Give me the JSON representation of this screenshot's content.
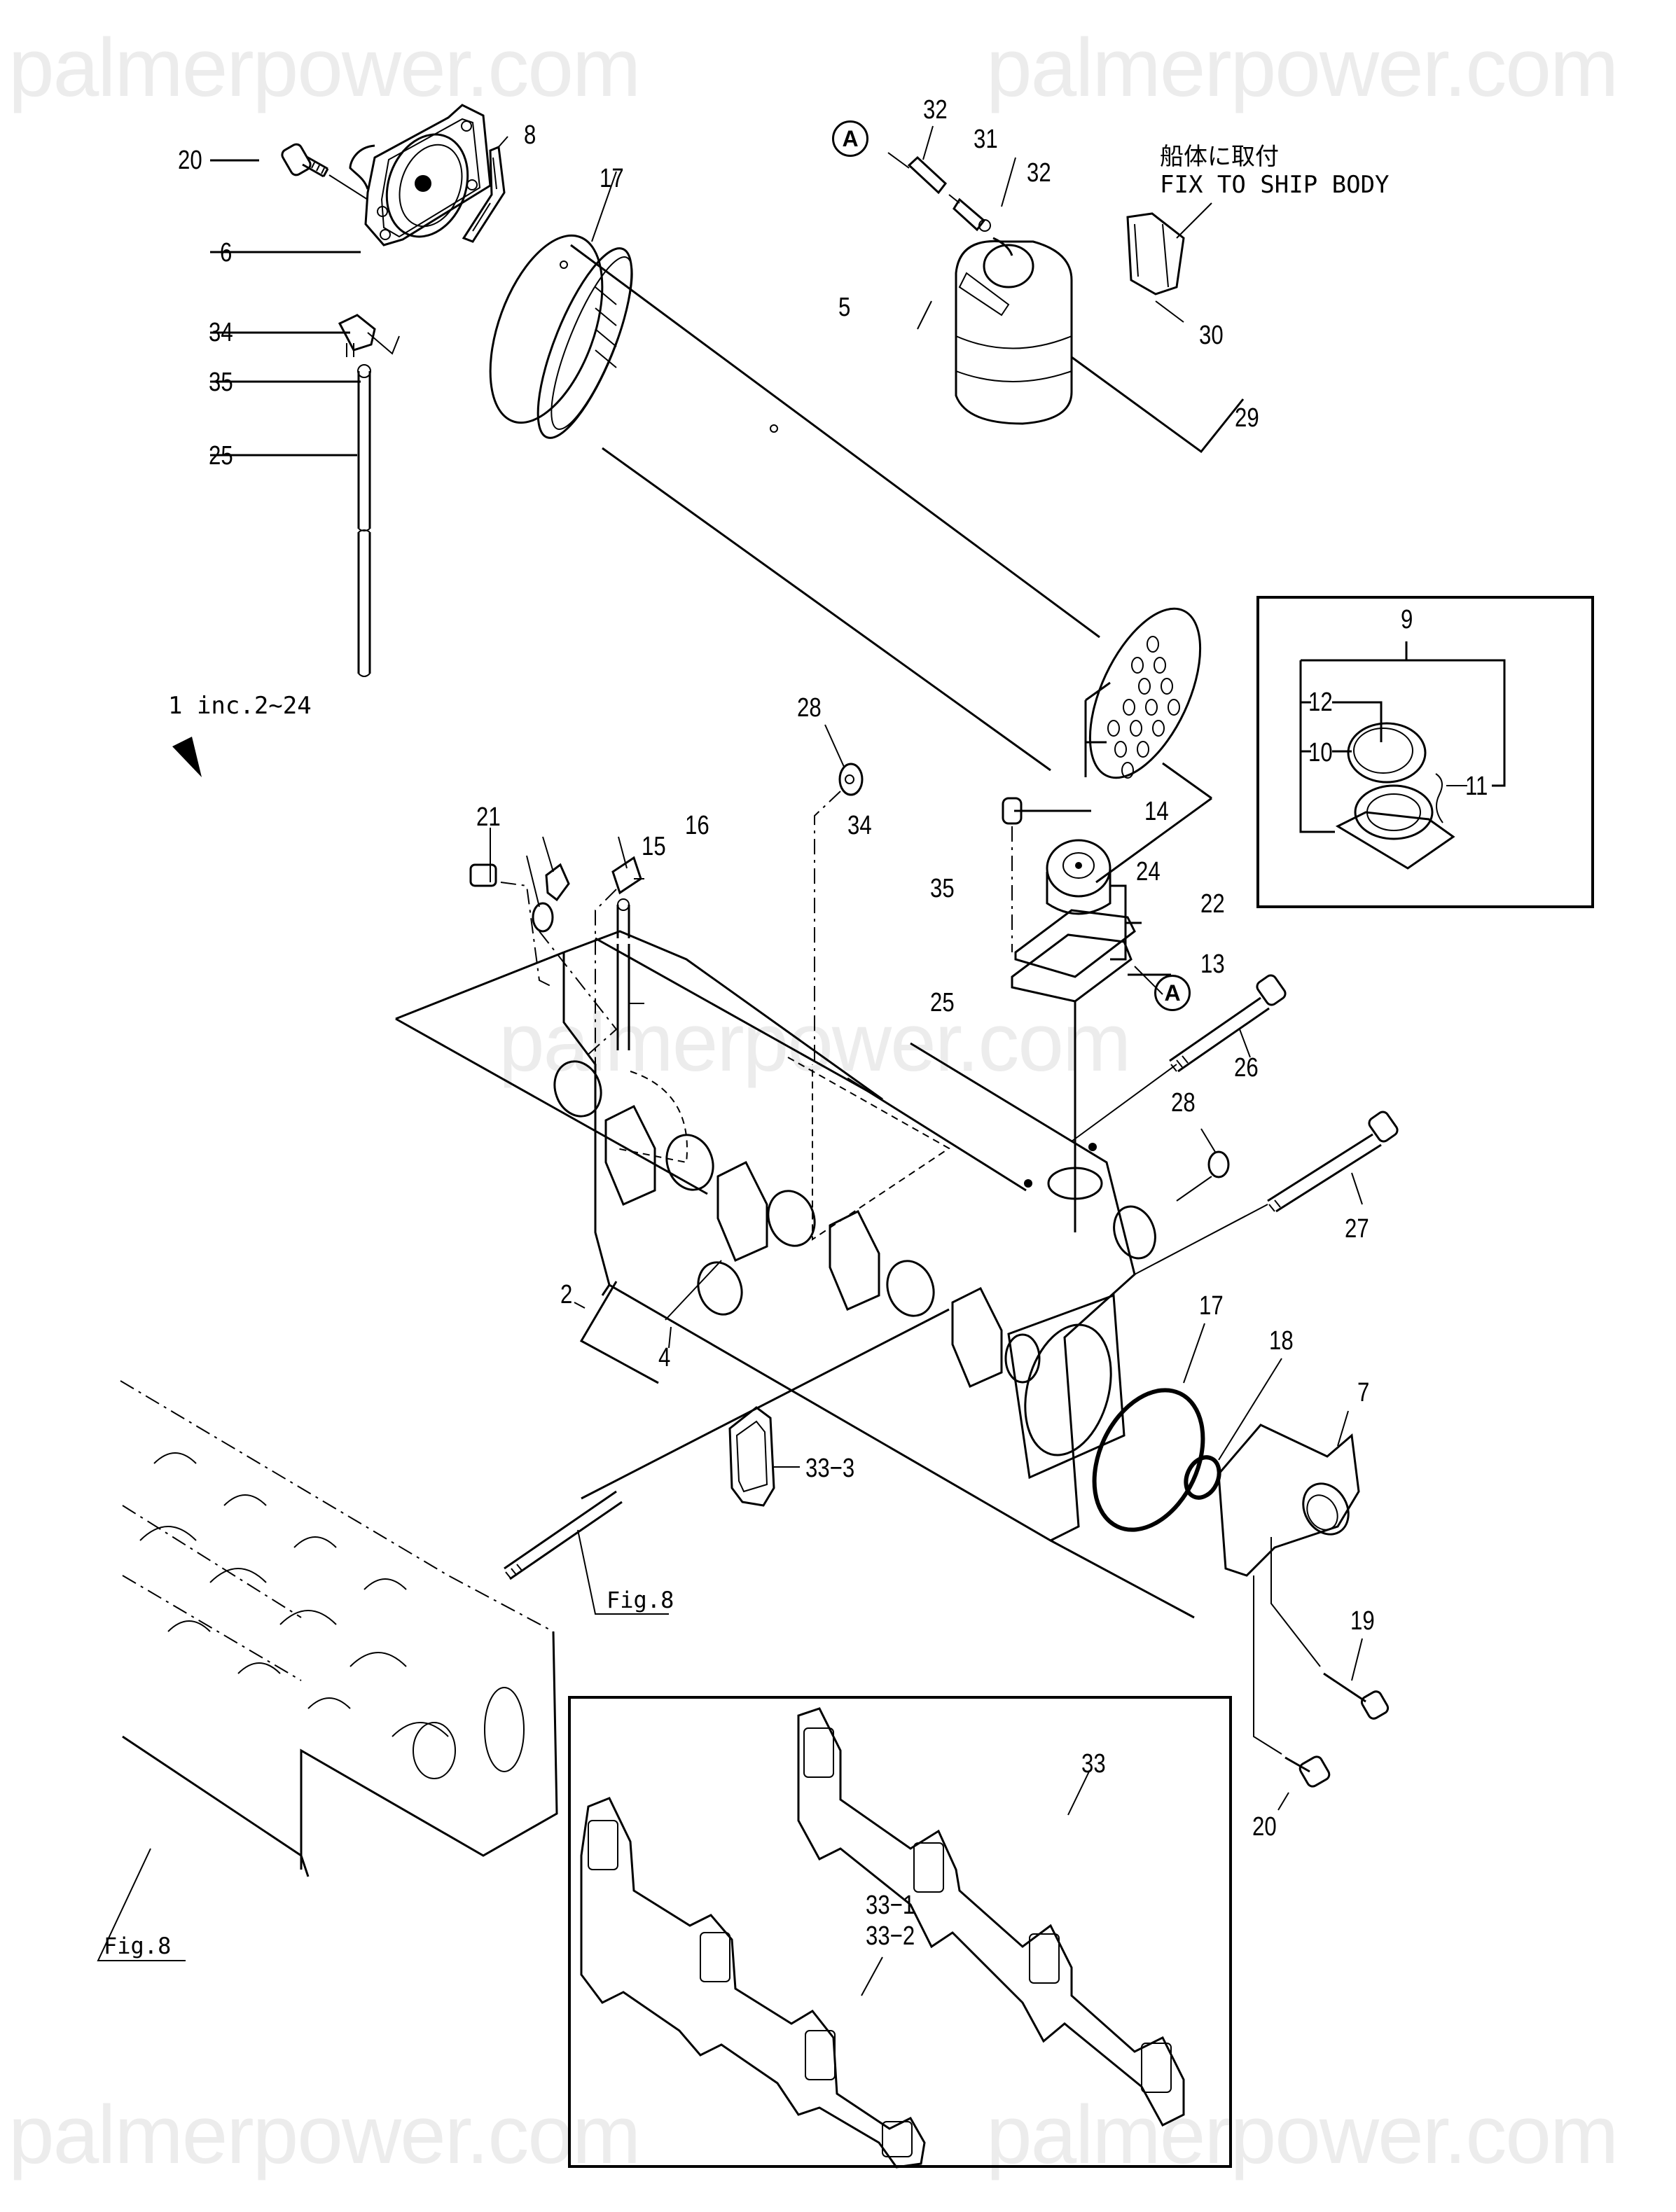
{
  "watermark": "palmerpower.com",
  "assembly_note": "1 inc.2∼24",
  "ship_note": {
    "jp": "船体に取付",
    "en": "FIX TO SHIP BODY"
  },
  "ref_marker": "A",
  "figure_refs": {
    "stud": "Fig.8",
    "head": "Fig.8"
  },
  "callouts": {
    "p20a": "20",
    "p6": "6",
    "p8": "8",
    "p17a": "17",
    "p34a": "34",
    "p35a": "35",
    "p25a": "25",
    "p5": "5",
    "p32a": "32",
    "p31": "31",
    "p32b": "32",
    "p30": "30",
    "p29": "29",
    "p9": "9",
    "p12": "12",
    "p10": "10",
    "p11": "11",
    "p28a": "28",
    "p21": "21",
    "p15": "15",
    "p16": "16",
    "p34b": "34",
    "p35b": "35",
    "p25b": "25",
    "p14": "14",
    "p24": "24",
    "p22": "22",
    "p13": "13",
    "p26": "26",
    "p28b": "28",
    "p27": "27",
    "p2": "2",
    "p4": "4",
    "p17b": "17",
    "p18": "18",
    "p7": "7",
    "p33_3": "33−3",
    "p19": "19",
    "p20b": "20",
    "p33": "33",
    "p33_1": "33−1",
    "p33_2": "33−2"
  }
}
